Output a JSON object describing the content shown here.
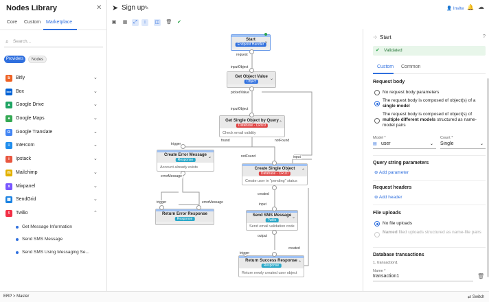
{
  "sidebar": {
    "title": "Nodes Library",
    "tabs": [
      "Core",
      "Custom",
      "Marketplace"
    ],
    "search_placeholder": "Search...",
    "pills": [
      "Providers",
      "Nodes"
    ],
    "providers": [
      {
        "label": "Bitly",
        "color": "#ee6123",
        "glyph": "b"
      },
      {
        "label": "Box",
        "color": "#0061d5",
        "glyph": "box"
      },
      {
        "label": "Google Drive",
        "color": "#1fa463",
        "glyph": "▲"
      },
      {
        "label": "Google Maps",
        "color": "#34a853",
        "glyph": "●"
      },
      {
        "label": "Google Translate",
        "color": "#4285f4",
        "glyph": "G"
      },
      {
        "label": "Intercom",
        "color": "#1f8ded",
        "glyph": "≡"
      },
      {
        "label": "Ipstack",
        "color": "#e8563f",
        "glyph": "i"
      },
      {
        "label": "Mailchimp",
        "color": "#e2b100",
        "glyph": "m"
      },
      {
        "label": "Mixpanel",
        "color": "#7856ff",
        "glyph": "x"
      },
      {
        "label": "SendGrid",
        "color": "#1a82e2",
        "glyph": "▦"
      },
      {
        "label": "Twilio",
        "color": "#f22f46",
        "glyph": "t"
      }
    ],
    "twilio_nodes": [
      "Get Message Information",
      "Send SMS Message",
      "Send SMS Using Messaging Se..."
    ]
  },
  "header": {
    "title": "Sign up",
    "invite": "Invite"
  },
  "canvas": {
    "nodes": {
      "start": {
        "title": "Start",
        "badge": "Endpoint Handler",
        "badge_color": "#2f6fde"
      },
      "get_value": {
        "title": "Get Object Value",
        "badge": "Object",
        "badge_color": "#2f6fde"
      },
      "get_single": {
        "title": "Get Single Object by Query",
        "badge": "Database - CRUD",
        "badge_color": "#e04545",
        "footer": "Check email validity"
      },
      "create_error": {
        "title": "Create Error Message",
        "badge": "Response",
        "badge_color": "#2aa8c8",
        "footer": "Account already exists"
      },
      "create_single": {
        "title": "Create Single Object",
        "badge": "Database - CRUD",
        "badge_color": "#e04545",
        "footer": "Create user in \"pending\" status"
      },
      "send_sms": {
        "title": "Send SMS Message",
        "badge": "Twilio",
        "badge_color": "#2aa8c8",
        "footer": "Send email validation code"
      },
      "return_error": {
        "title": "Return Error Response",
        "badge": "Response",
        "badge_color": "#2aa8c8"
      },
      "return_success": {
        "title": "Return Success Response",
        "badge": "Response",
        "badge_color": "#2aa8c8",
        "footer": "Return newly created user object"
      }
    },
    "labels": {
      "request": "request",
      "inputObject": "inputObject",
      "pickedValue": "pickedValue",
      "inputObject2": "inputObject",
      "trigger1": "trigger",
      "found": "found",
      "notFound": "notFound",
      "notFound2": "notFound",
      "input1": "input",
      "errorMessage": "errorMessage",
      "trigger2": "trigger",
      "errorMessage2": "errorMessage",
      "created1": "created",
      "input2": "input",
      "output": "output",
      "created2": "created",
      "trigger3": "trigger"
    }
  },
  "panel": {
    "title": "Start",
    "validated": "Validated",
    "tabs": [
      "Custom",
      "Common"
    ],
    "request_body": {
      "heading": "Request body",
      "opt1": "No request body parameters",
      "opt2_pre": "The request body is composed of object(s) of a ",
      "opt2_bold": "single model",
      "opt3_pre": "The request body is composed of object(s) of ",
      "opt3_bold": "multiple different models",
      "opt3_post": " structured as name-model pairs"
    },
    "model_label": "Model *",
    "model_value": "user",
    "count_label": "Count *",
    "count_value": "Single",
    "query_heading": "Query string parameters",
    "add_parameter": "Add parameter",
    "headers_heading": "Request headers",
    "add_header": "Add header",
    "uploads_heading": "File uploads",
    "uploads_opt1": "No file uploads",
    "uploads_opt2_bold": "Named",
    "uploads_opt2_post": " filed uploads structured as name-file pairs",
    "db_heading": "Database transactions",
    "db_item": "1. transaction1",
    "name_label": "Name *",
    "name_value": "transaction1"
  },
  "footer": {
    "breadcrumb": "ERP > Master",
    "switch": "Switch"
  }
}
